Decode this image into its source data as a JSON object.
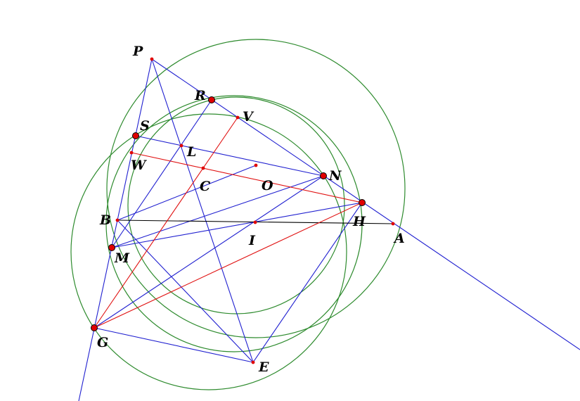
{
  "colors": {
    "circle": "#2e8b2e",
    "blue": "#2020d0",
    "red": "#e01010",
    "black": "#000000",
    "point_fill": "#e00000",
    "point_stroke": "#000000"
  },
  "labels": {
    "P": "P",
    "R": "R",
    "V": "V",
    "S": "S",
    "L": "L",
    "W": "W",
    "C": "C",
    "O": "O",
    "N": "N",
    "B": "B",
    "H": "H",
    "A": "A",
    "I": "I",
    "M": "M",
    "G": "G",
    "E": "E"
  }
}
